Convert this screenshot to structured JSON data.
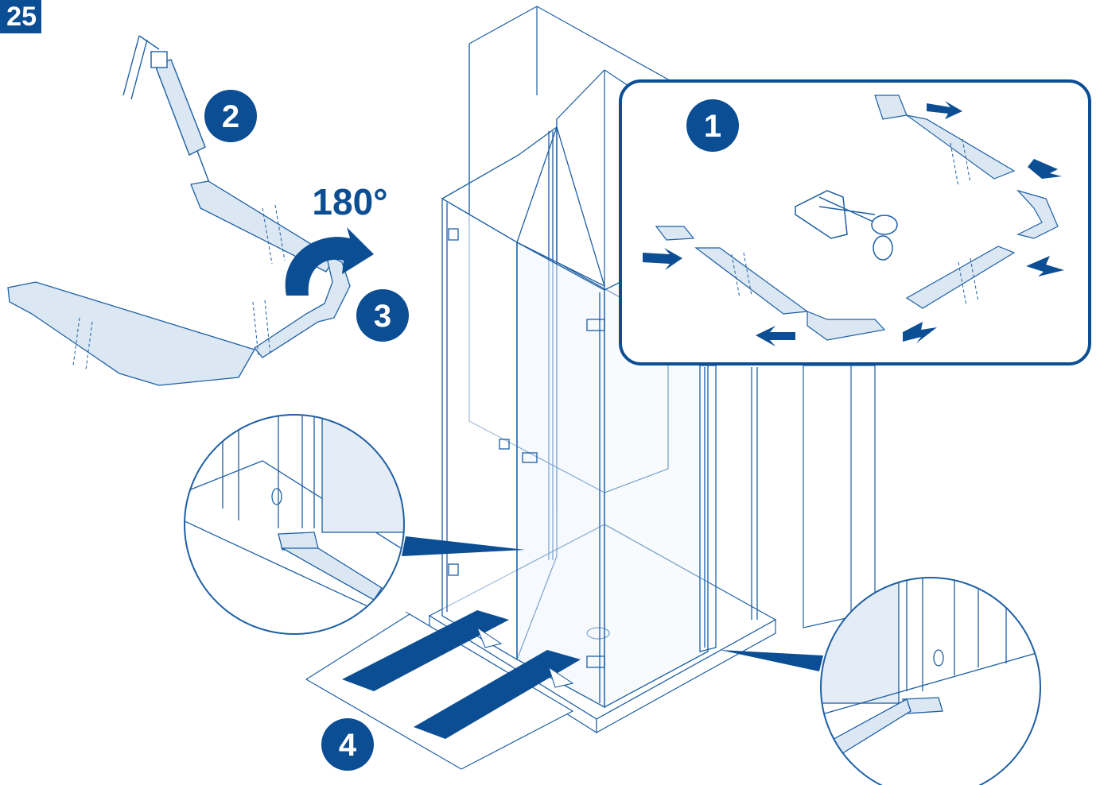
{
  "step_number": "25",
  "rotation_label": "180°",
  "callouts": {
    "one": "1",
    "two": "2",
    "three": "3",
    "four": "4"
  },
  "colors": {
    "brand_blue": "#0c4e93",
    "line_blue": "#1d5fa4",
    "light_fill": "#d9e6f3",
    "white": "#ffffff"
  },
  "icons": {
    "caulk_gun": "caulk-gun-icon",
    "scissors": "scissors-icon",
    "rotate_arrow": "rotate-arrow-icon",
    "shower_enclosure": "shower-enclosure-icon",
    "magnifier": "magnifier-icon"
  }
}
